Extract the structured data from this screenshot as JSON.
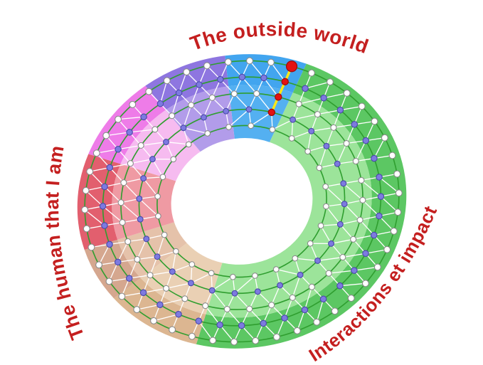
{
  "diagram": {
    "labels": {
      "top": "The outside world",
      "right": "Interactions et impact",
      "left": "The human that I am"
    },
    "label_color": "#c41f1f",
    "ring_line_color": "#2f9e2f",
    "mesh_color": "#ffffff",
    "sectors": [
      {
        "name": "blue-outside-world",
        "start": 273,
        "end": 302,
        "outer_color": "#42a5ef",
        "inner_color": "#54b0f1"
      },
      {
        "name": "green-interactions",
        "start": 302,
        "end": 475,
        "outer_color": "#5cc763",
        "inner_color": "#9ce49a"
      },
      {
        "name": "tan-right",
        "start": 115,
        "end": 150,
        "outer_color": "#dcb691",
        "inner_color": "#ead0b4"
      },
      {
        "name": "tan-left",
        "start": 150,
        "end": 172,
        "outer_color": "#d5a78f",
        "inner_color": "#e5c2aa"
      },
      {
        "name": "red-human",
        "start": 172,
        "end": 210,
        "outer_color": "#e25f6e",
        "inner_color": "#ef9aa3"
      },
      {
        "name": "pink",
        "start": 210,
        "end": 243,
        "outer_color": "#ee7ce8",
        "inner_color": "#f6bbf0"
      },
      {
        "name": "purple",
        "start": 243,
        "end": 273,
        "outer_color": "#8e76e0",
        "inner_color": "#b29cea"
      }
    ],
    "rings": [
      {
        "f": 0.955,
        "count": 46,
        "node_color": "#ffffff",
        "node_stroke": "#8a8a8a",
        "r": 4.4
      },
      {
        "f": 0.845,
        "count": 40,
        "node_color": "#7d7ae0",
        "node_stroke": "#4a48a8",
        "r": 4.2
      },
      {
        "f": 0.735,
        "count": 34,
        "node_color": "#ffffff",
        "node_stroke": "#8a8a8a",
        "r": 4.0
      },
      {
        "f": 0.625,
        "count": 28,
        "node_color": "#7d7ae0",
        "node_stroke": "#4a48a8",
        "r": 3.9
      },
      {
        "f": 0.515,
        "count": 24,
        "node_color": "#ffffff",
        "node_stroke": "#8a8a8a",
        "r": 3.8
      }
    ],
    "highlight": {
      "angle": 299,
      "rings": [
        0,
        1,
        2,
        3
      ],
      "node_color": "#e31212",
      "node_stroke": "#9b0b0b",
      "edge_color": "#ffe816"
    }
  }
}
